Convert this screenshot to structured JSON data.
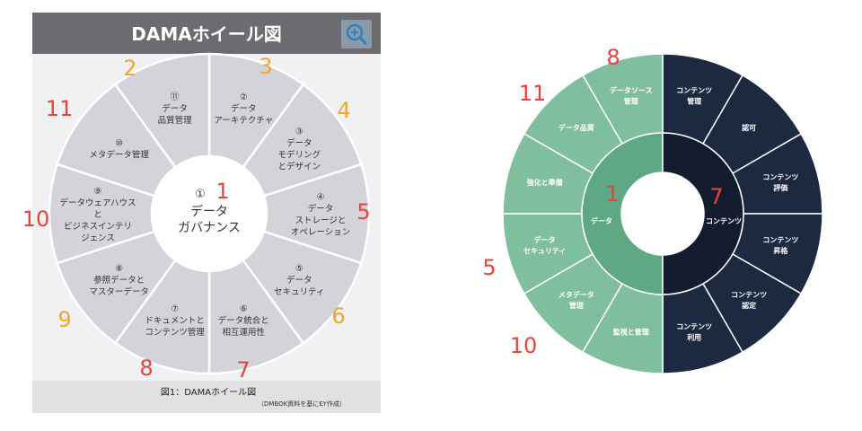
{
  "left_figure": {
    "title": "DAMAホイール図",
    "zoom_icon": "magnifier-plus-icon",
    "center": {
      "number": "①",
      "lines": [
        "データ",
        "ガバナンス"
      ]
    },
    "segments": [
      {
        "number": "②",
        "lines": [
          "データ",
          "アーキテクチャ"
        ]
      },
      {
        "number": "③",
        "lines": [
          "データ",
          "モデリング",
          "とデザイン"
        ]
      },
      {
        "number": "④",
        "lines": [
          "データ",
          "ストレージと",
          "オペレーション"
        ]
      },
      {
        "number": "⑤",
        "lines": [
          "データ",
          "セキュリティ"
        ]
      },
      {
        "number": "⑥",
        "lines": [
          "データ統合と",
          "相互運用性"
        ]
      },
      {
        "number": "⑦",
        "lines": [
          "ドキュメントと",
          "コンテンツ管理"
        ]
      },
      {
        "number": "⑧",
        "lines": [
          "参照データと",
          "マスターデータ"
        ]
      },
      {
        "number": "⑨",
        "lines": [
          "データウェアハウス",
          "と",
          "ビジネスインテリ",
          "ジェンス"
        ]
      },
      {
        "number": "⑩",
        "lines": [
          "メタデータ管理"
        ]
      },
      {
        "number": "⑪",
        "lines": [
          "データ",
          "品質管理"
        ]
      }
    ],
    "caption": "図1：DAMAホイール図",
    "source": "（DMBOK資料を基にEY作成）",
    "annotations": {
      "1": "1",
      "2": "2",
      "3": "3",
      "4": "4",
      "5": "5",
      "6": "6",
      "7": "7",
      "8": "8",
      "9": "9",
      "10": "10",
      "11": "11"
    },
    "colors": {
      "header": "#6b6b70",
      "segment": "#d3d4d9",
      "center": "#ffffff",
      "red": "#e8433a",
      "orange": "#f0a530"
    }
  },
  "right_figure": {
    "data_side": {
      "inner_label": "データ",
      "segments": [
        [
          "データソース",
          "管理"
        ],
        [
          "データ品質"
        ],
        [
          "強化と準備"
        ],
        [
          "データ",
          "セキュリティ"
        ],
        [
          "メタデータ",
          "管理"
        ],
        [
          "監視と管理"
        ]
      ]
    },
    "content_side": {
      "inner_label": "コンテンツ",
      "segments": [
        [
          "コンテンツ",
          "管理"
        ],
        [
          "認可"
        ],
        [
          "コンテンツ",
          "評価"
        ],
        [
          "コンテンツ",
          "昇格"
        ],
        [
          "コンテンツ",
          "認定"
        ],
        [
          "コンテンツ",
          "利用"
        ]
      ]
    },
    "annotations": {
      "1": "1",
      "5": "5",
      "7": "7",
      "8": "8",
      "10": "10",
      "11": "11"
    },
    "colors": {
      "green_outer": "#7fbf9e",
      "green_inner": "#5fa884",
      "navy_outer": "#1d2940",
      "navy_inner": "#131c2e",
      "red": "#e8433a"
    }
  }
}
